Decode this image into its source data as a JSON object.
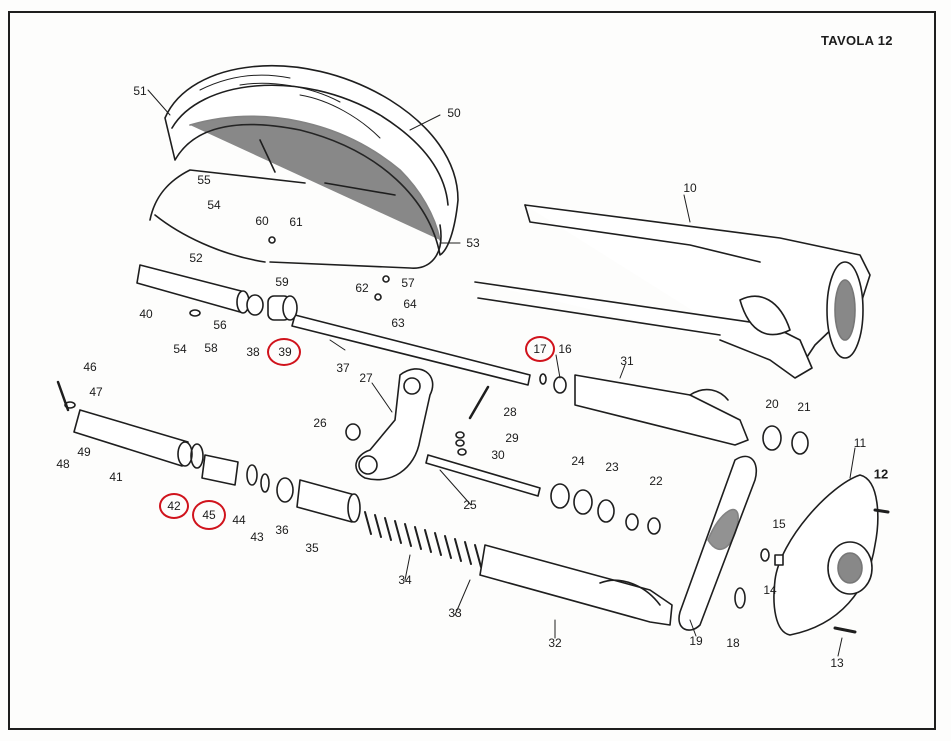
{
  "title": "TAVOLA 12",
  "highlight_color": "#d0131c",
  "line_color": "#1e1e1e",
  "part_numbers": [
    "10",
    "11",
    "12",
    "13",
    "14",
    "15",
    "16",
    "17",
    "18",
    "19",
    "20",
    "21",
    "22",
    "23",
    "24",
    "25",
    "26",
    "27",
    "28",
    "29",
    "30",
    "31",
    "32",
    "33",
    "34",
    "35",
    "36",
    "37",
    "38",
    "39",
    "40",
    "41",
    "42",
    "43",
    "44",
    "45",
    "46",
    "47",
    "48",
    "49",
    "50",
    "51",
    "52",
    "53",
    "54",
    "55",
    "56",
    "57",
    "58",
    "59",
    "60",
    "61",
    "62",
    "63",
    "64"
  ],
  "highlighted_parts": [
    "17",
    "39",
    "42",
    "45"
  ]
}
